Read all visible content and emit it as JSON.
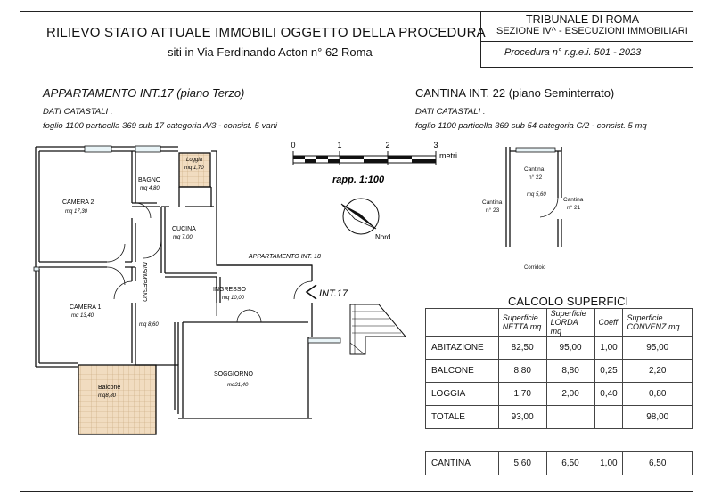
{
  "header": {
    "title": "RILIEVO STATO ATTUALE IMMOBILI OGGETTO DELLA PROCEDURA",
    "subtitle": "siti in  Via Ferdinando Acton n° 62   Roma"
  },
  "court": {
    "line1": "TRIBUNALE DI ROMA",
    "line2": "SEZIONE  IV^ - ESECUZIONI IMMOBILIARI",
    "procedure": "Procedura   n° r.g.e.i.  501 - 2023"
  },
  "apartment": {
    "heading": "APPARTAMENTO INT.17 (piano Terzo)",
    "cadastral_label": "DATI CATASTALI :",
    "cadastral_data": "foglio 1100 particella 369 sub 17 categoria A/3 - consist. 5 vani"
  },
  "cellar": {
    "heading": "CANTINA INT. 22  (piano Seminterrato)",
    "cadastral_label": "DATI CATASTALI :",
    "cadastral_data": "foglio 1100 particella 369 sub 54 categoria C/2 - consist. 5 mq"
  },
  "scale": {
    "ticks": [
      "0",
      "1",
      "2",
      "3"
    ],
    "unit": "metri",
    "ratio": "rapp. 1:100"
  },
  "north_label": "Nord",
  "rooms": {
    "camera2": "CAMERA 2",
    "camera2_area": "mq 17,30",
    "bagno": "BAGNO",
    "bagno_area": "mq 4,80",
    "loggia": "Loggia",
    "loggia_area": "mq 1,70",
    "cucina": "CUCINA",
    "cucina_area": "mq 7,00",
    "camera1": "CAMERA 1",
    "camera1_area": "mq 13,40",
    "disimpegno": "DISIMPEGNO",
    "disimpegno_area": "mq 8,60",
    "ingresso": "INGRESSO",
    "ingresso_area": "mq 10,00",
    "soggiorno": "SOGGIORNO",
    "soggiorno_area": "mq21,40",
    "balcone": "Balcone",
    "balcone_area": "mq8,80",
    "appartamento18": "APPARTAMENTO INT. 18",
    "int17": "INT.17"
  },
  "cellar_plan": {
    "cantina22": "Cantina",
    "cantina22_n": "n° 22",
    "cantina22_area": "mq 5,60",
    "cantina23": "Cantina",
    "cantina23_n": "n° 23",
    "cantina21": "Cantina",
    "cantina21_n": "n° 21",
    "corridoio": "Corridoio"
  },
  "calc": {
    "title": "CALCOLO SUPERFICI",
    "headers": [
      "",
      "Superficie NETTA  mq",
      "Superficie LORDA mq",
      "Coeff",
      "Superficie CONVENZ  mq"
    ],
    "rows": [
      [
        "ABITAZIONE",
        "82,50",
        "95,00",
        "1,00",
        "95,00"
      ],
      [
        "BALCONE",
        "8,80",
        "8,80",
        "0,25",
        "2,20"
      ],
      [
        "LOGGIA",
        "1,70",
        "2,00",
        "0,40",
        "0,80"
      ],
      [
        "TOTALE",
        "93,00",
        "",
        "",
        "98,00"
      ]
    ],
    "cantina_row": [
      "CANTINA",
      "5,60",
      "6,50",
      "1,00",
      "6,50"
    ]
  }
}
